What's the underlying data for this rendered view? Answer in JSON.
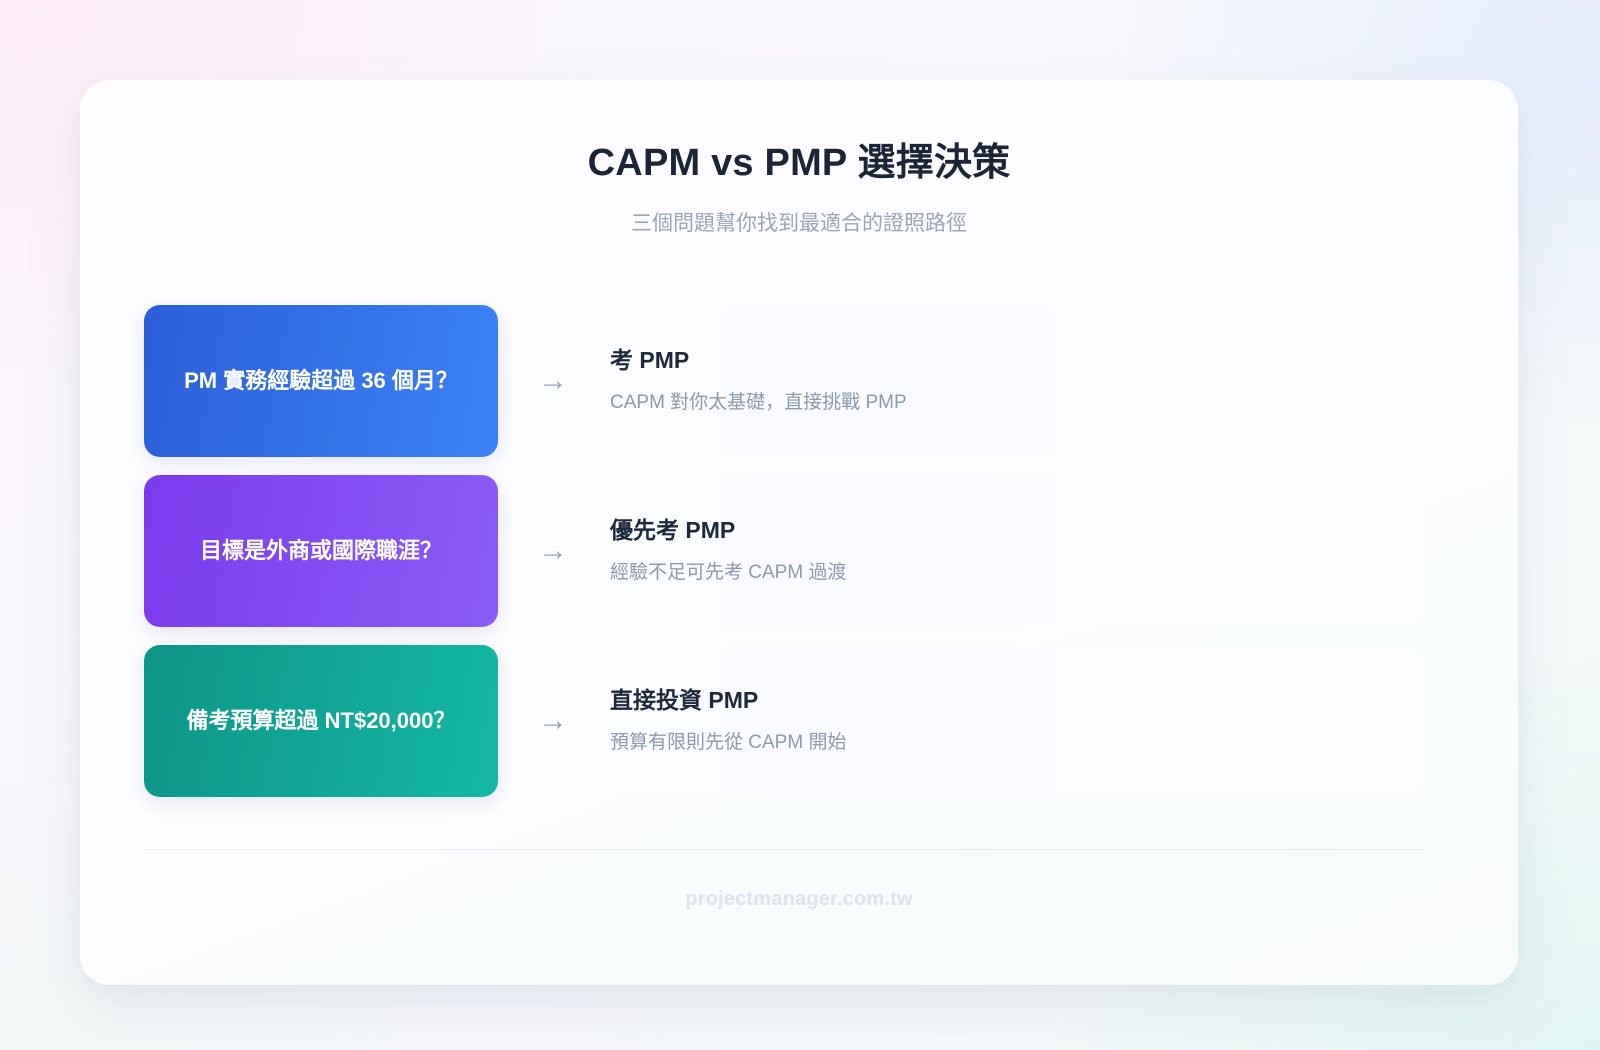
{
  "header": {
    "title": "CAPM vs PMP 選擇決策",
    "subtitle": "三個問題幫你找到最適合的證照路徑"
  },
  "arrow_glyph": "→",
  "rows": [
    {
      "question": "PM 實務經驗超過 36 個月？",
      "answer_title": "考 PMP",
      "answer_desc": "CAPM 對你太基礎，直接挑戰 PMP",
      "accent_from": "#2b5fd9",
      "accent_to": "#3b82f6"
    },
    {
      "question": "目標是外商或國際職涯？",
      "answer_title": "優先考 PMP",
      "answer_desc": "經驗不足可先考 CAPM 過渡",
      "accent_from": "#7c3aed",
      "accent_to": "#8b5cf6"
    },
    {
      "question": "備考預算超過 NT$20,000？",
      "answer_title": "直接投資 PMP",
      "answer_desc": "預算有限則先從 CAPM 開始",
      "accent_from": "#0d9488",
      "accent_to": "#14b8a6"
    }
  ],
  "footer": {
    "site": "projectmanager.com.tw"
  }
}
